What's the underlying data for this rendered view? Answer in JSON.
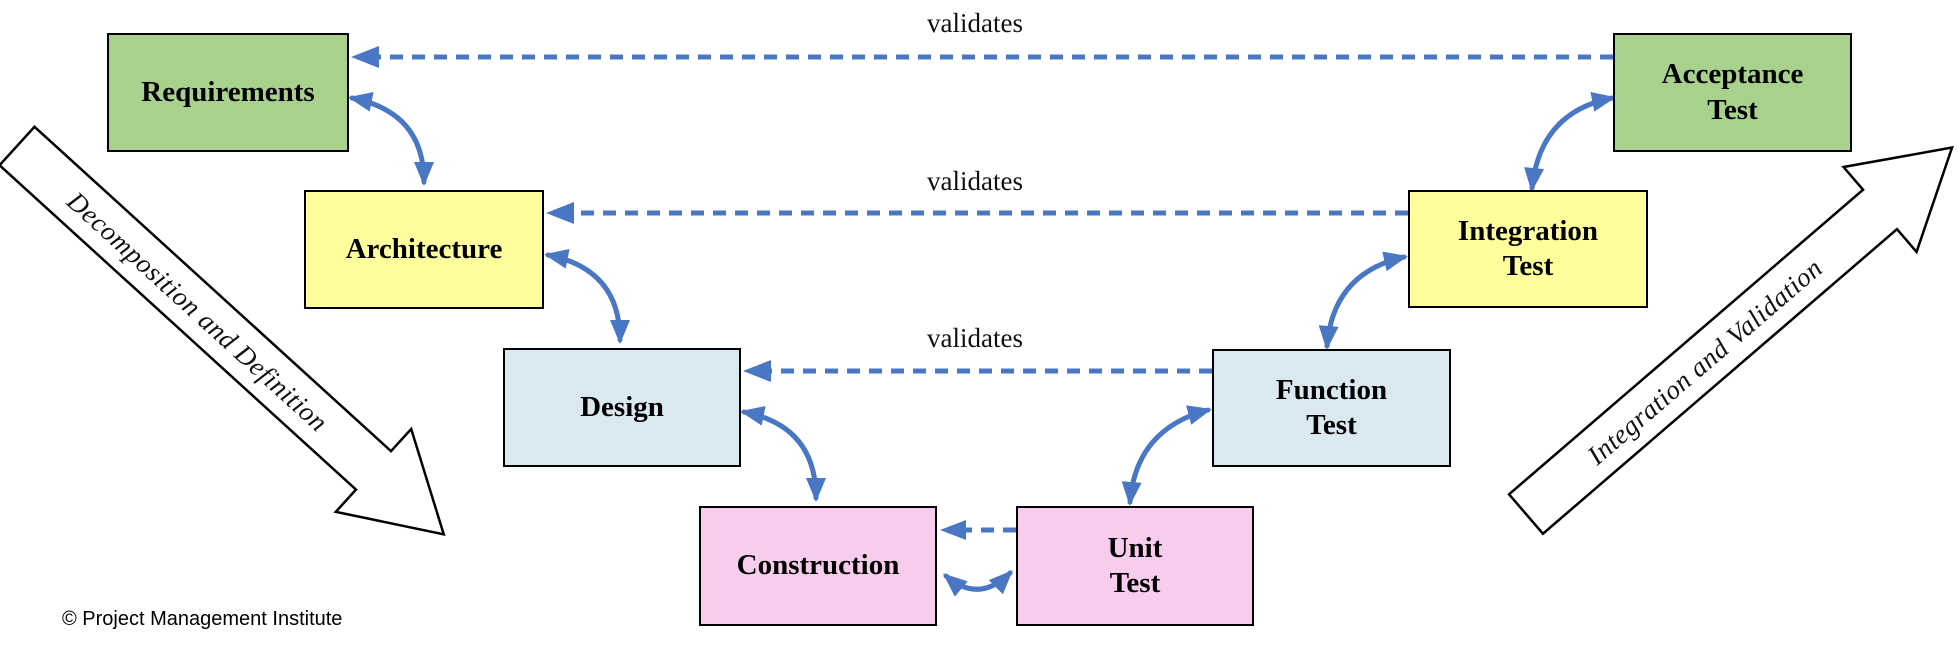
{
  "diagram": {
    "boxes": [
      {
        "id": "requirements",
        "label": "Requirements",
        "fill": "#a9d18e"
      },
      {
        "id": "architecture",
        "label": "Architecture",
        "fill": "#feff9c"
      },
      {
        "id": "design",
        "label": "Design",
        "fill": "#dae8f0"
      },
      {
        "id": "construction",
        "label": "Construction",
        "fill": "#f7ccec"
      },
      {
        "id": "unit-test",
        "label": "Unit\nTest",
        "fill": "#f7ccec"
      },
      {
        "id": "function-test",
        "label": "Function\nTest",
        "fill": "#dae8f0"
      },
      {
        "id": "integration-test",
        "label": "Integration\nTest",
        "fill": "#feff9c"
      },
      {
        "id": "acceptance-test",
        "label": "Acceptance\nTest",
        "fill": "#a9d18e"
      }
    ],
    "validates_labels": [
      "validates",
      "validates",
      "validates"
    ],
    "flow_arrows": [
      {
        "label": "Decomposition and Definition",
        "direction": "down-right"
      },
      {
        "label": "Integration and Validation",
        "direction": "up-right"
      }
    ],
    "palette": {
      "arrow_blue": "#4a77c4",
      "box_border": "#000000",
      "flow_arrow_fill": "#ffffff",
      "flow_arrow_outline": "#000000"
    },
    "copyright": "© Project Management Institute"
  }
}
